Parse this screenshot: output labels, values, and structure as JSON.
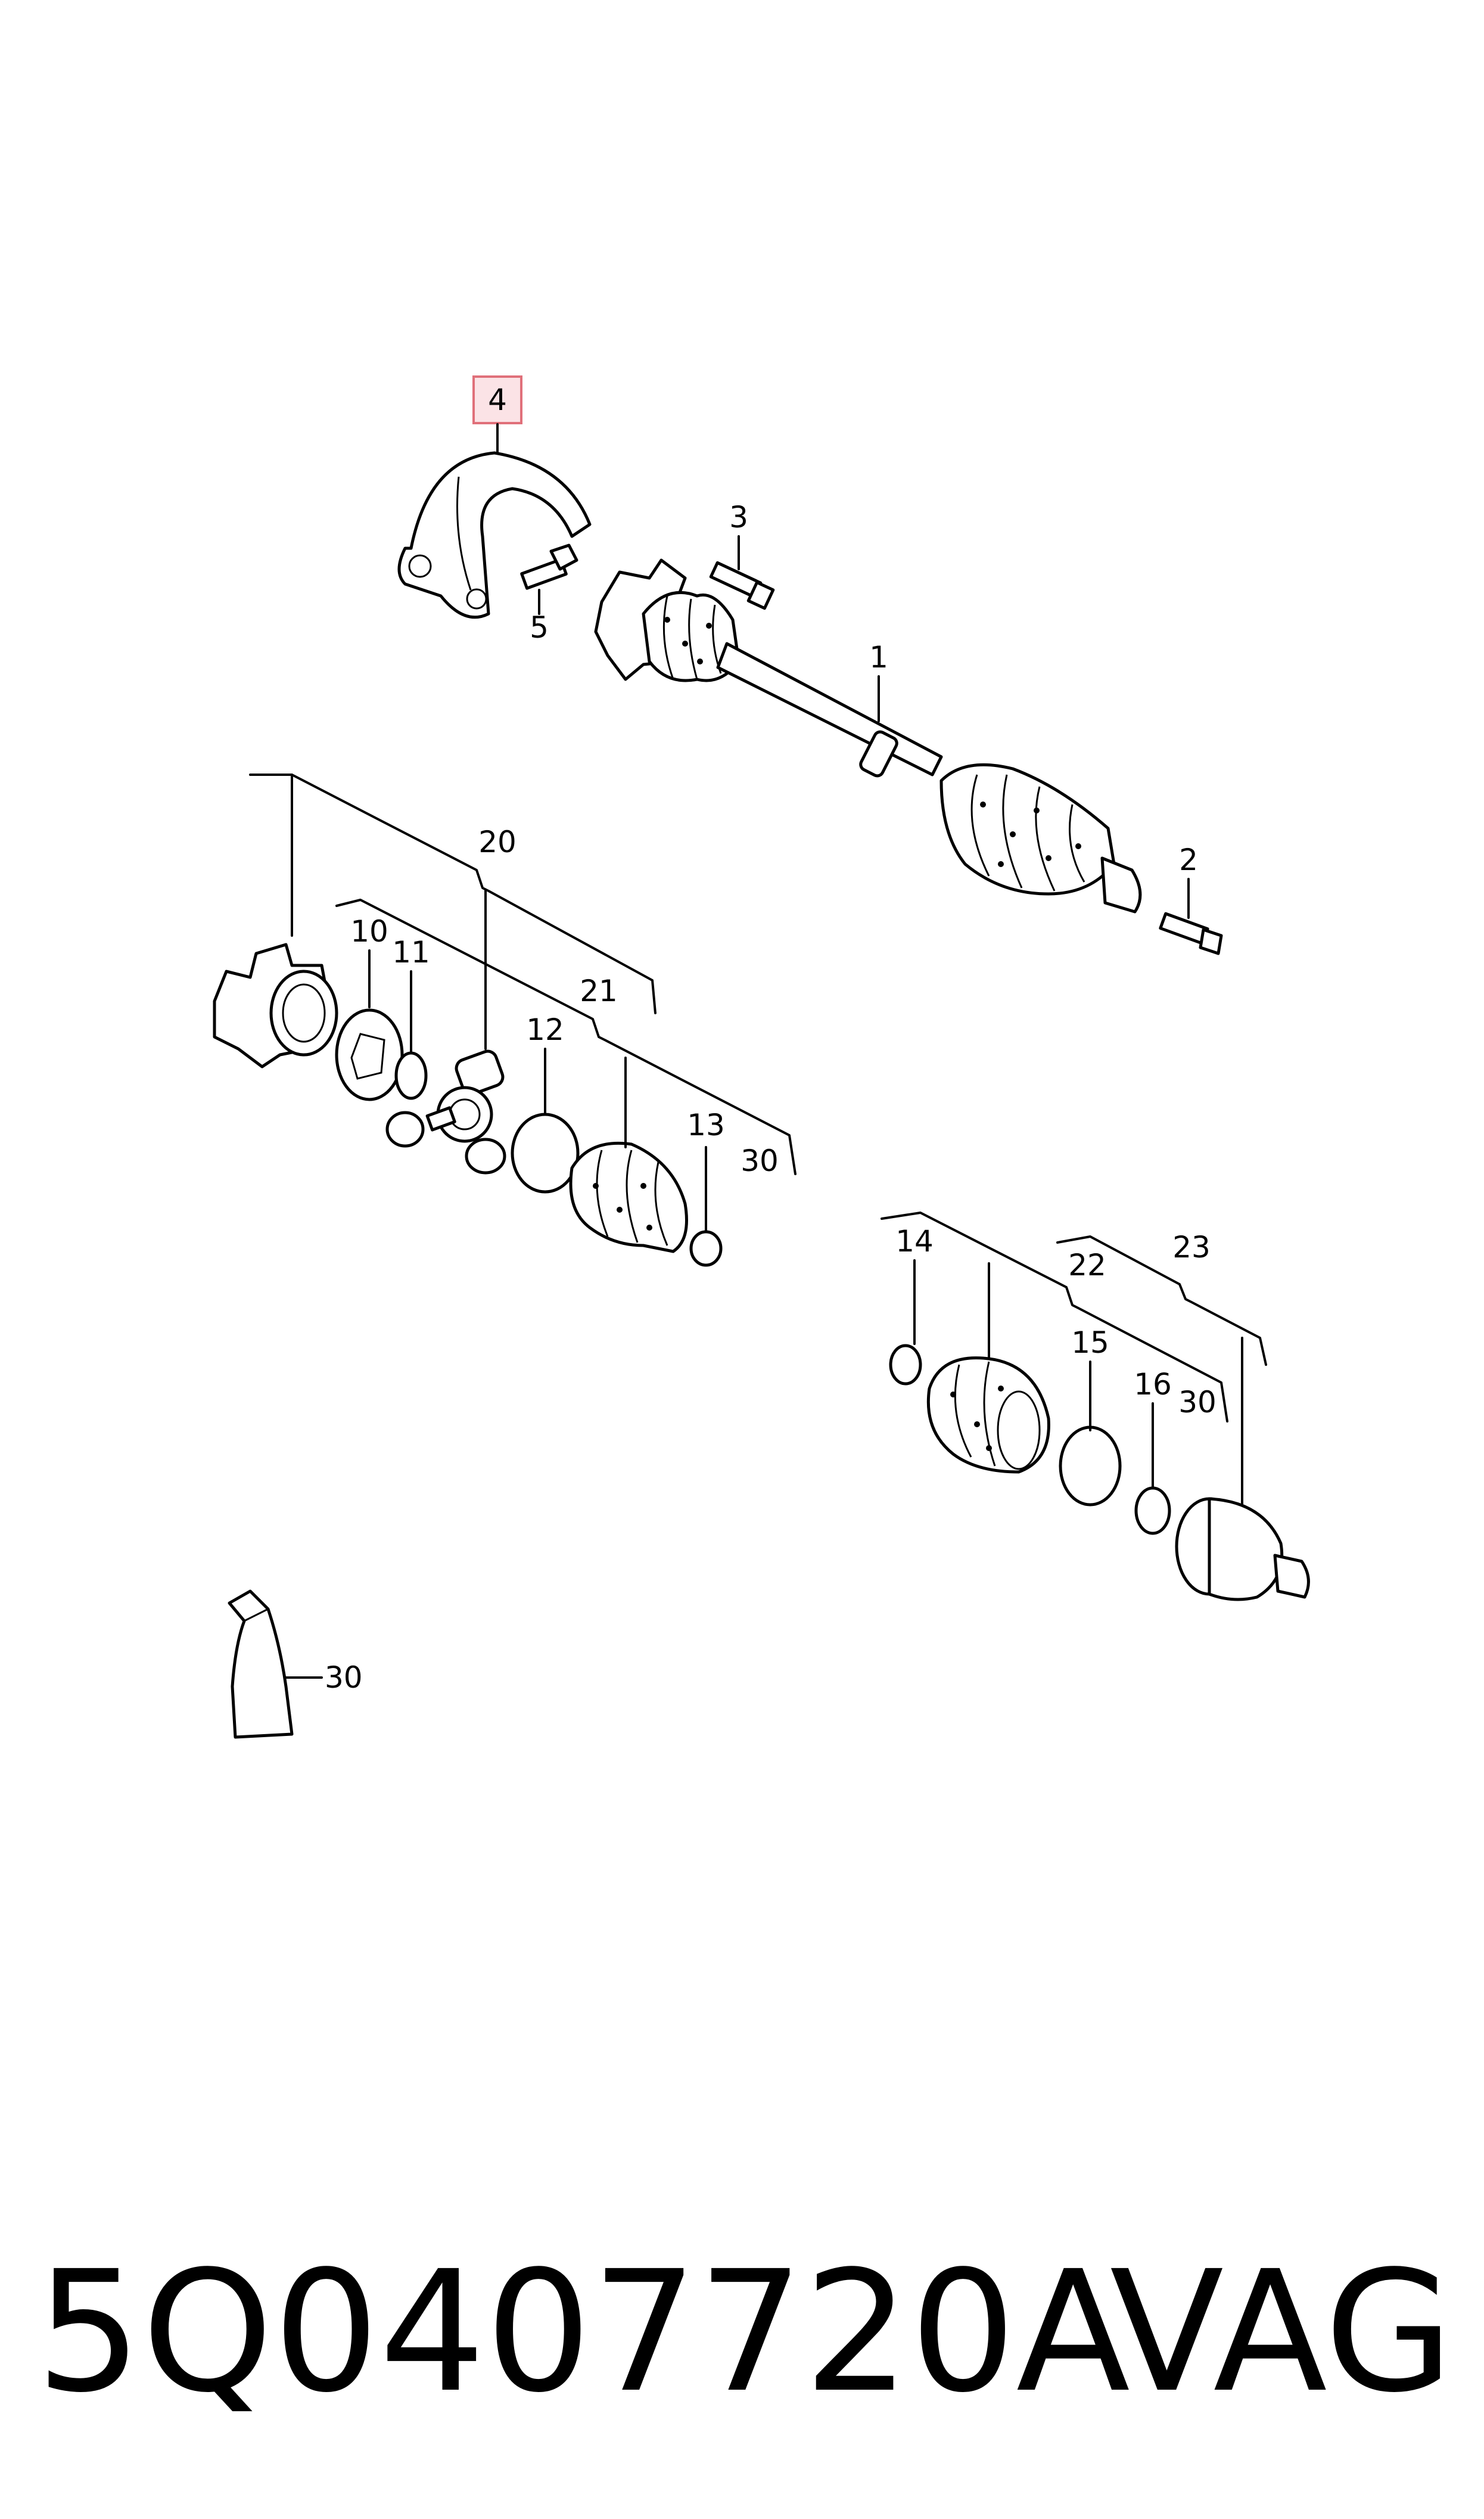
{
  "highlight_color": "#e0707a",
  "callouts": {
    "p1": "1",
    "p2": "2",
    "p3": "3",
    "p4": "4",
    "p5": "5",
    "p10": "10",
    "p11": "11",
    "p12": "12",
    "p13": "13",
    "p14": "14",
    "p15": "15",
    "p16": "16",
    "p20": "20",
    "p21": "21",
    "p22": "22",
    "p23": "23",
    "p30a": "30",
    "p30b": "30",
    "p30c": "30"
  },
  "footer": {
    "part_number": "5Q0407720A",
    "brand": "VAG"
  }
}
